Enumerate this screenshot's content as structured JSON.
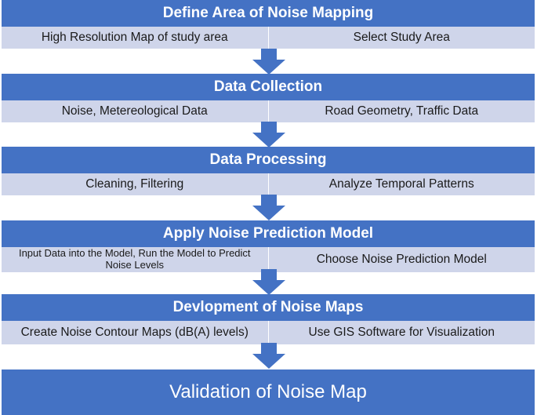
{
  "steps": [
    {
      "title": "Define Area of Noise Mapping",
      "left": "High Resolution Map of study area",
      "right": "Select Study Area"
    },
    {
      "title": "Data Collection",
      "left": "Noise, Metereological Data",
      "right": "Road Geometry, Traffic Data"
    },
    {
      "title": "Data Processing",
      "left": "Cleaning, Filtering",
      "right": "Analyze Temporal Patterns"
    },
    {
      "title": "Apply Noise Prediction Model",
      "left": "Input Data into the Model, Run the Model to Predict Noise Levels",
      "right": "Choose Noise Prediction Model"
    },
    {
      "title": "Devlopment of Noise Maps",
      "left": "Create Noise Contour Maps (dB(A) levels)",
      "right": "Use GIS Software for Visualization"
    }
  ],
  "final": "Validation of Noise Map",
  "colors": {
    "header": "#4472C4",
    "subrow": "#CFD5EA",
    "arrow": "#4472C4"
  }
}
